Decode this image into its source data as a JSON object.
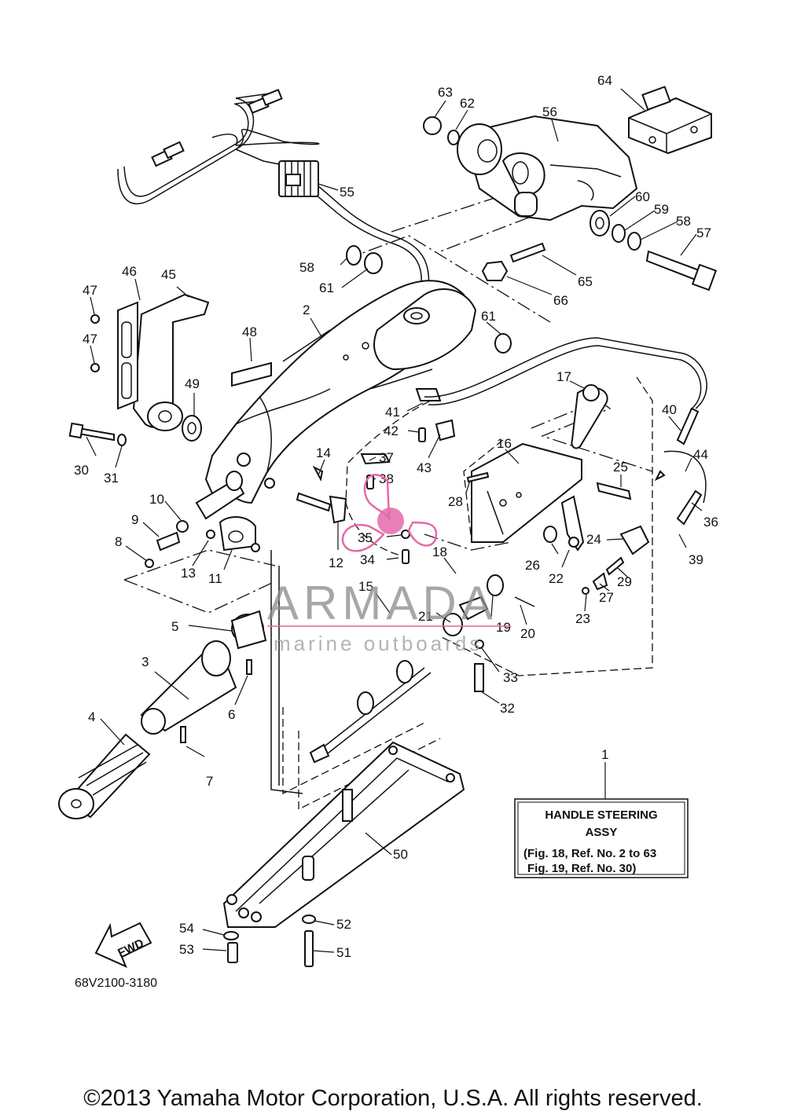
{
  "callouts": [
    "1",
    "2",
    "3",
    "4",
    "5",
    "6",
    "7",
    "8",
    "9",
    "10",
    "11",
    "12",
    "13",
    "14",
    "15",
    "16",
    "17",
    "18",
    "19",
    "20",
    "21",
    "22",
    "23",
    "24",
    "25",
    "26",
    "27",
    "28",
    "29",
    "30",
    "31",
    "32",
    "33",
    "34",
    "35",
    "36",
    "37",
    "38",
    "39",
    "40",
    "41",
    "42",
    "43",
    "44",
    "45",
    "46",
    "47",
    "48",
    "49",
    "50",
    "51",
    "52",
    "53",
    "54",
    "55",
    "56",
    "57",
    "58",
    "59",
    "60",
    "61",
    "62",
    "63",
    "64",
    "65",
    "66"
  ],
  "extra_callouts": [
    "47",
    "58",
    "61"
  ],
  "info_box": {
    "line1": "HANDLE STEERING",
    "line2": "ASSY",
    "line3": "(Fig. 18, Ref. No. 2 to 63",
    "line4": "Fig. 19, Ref. No. 30)"
  },
  "fwd_label": "FWD",
  "drawing_code": "68V2100-3180",
  "watermark": {
    "title": "ARMADA",
    "subtitle": "marine outboards",
    "color": "#e56aa8"
  },
  "copyright": "©2013 Yamaha Motor Corporation, U.S.A. All rights reserved."
}
